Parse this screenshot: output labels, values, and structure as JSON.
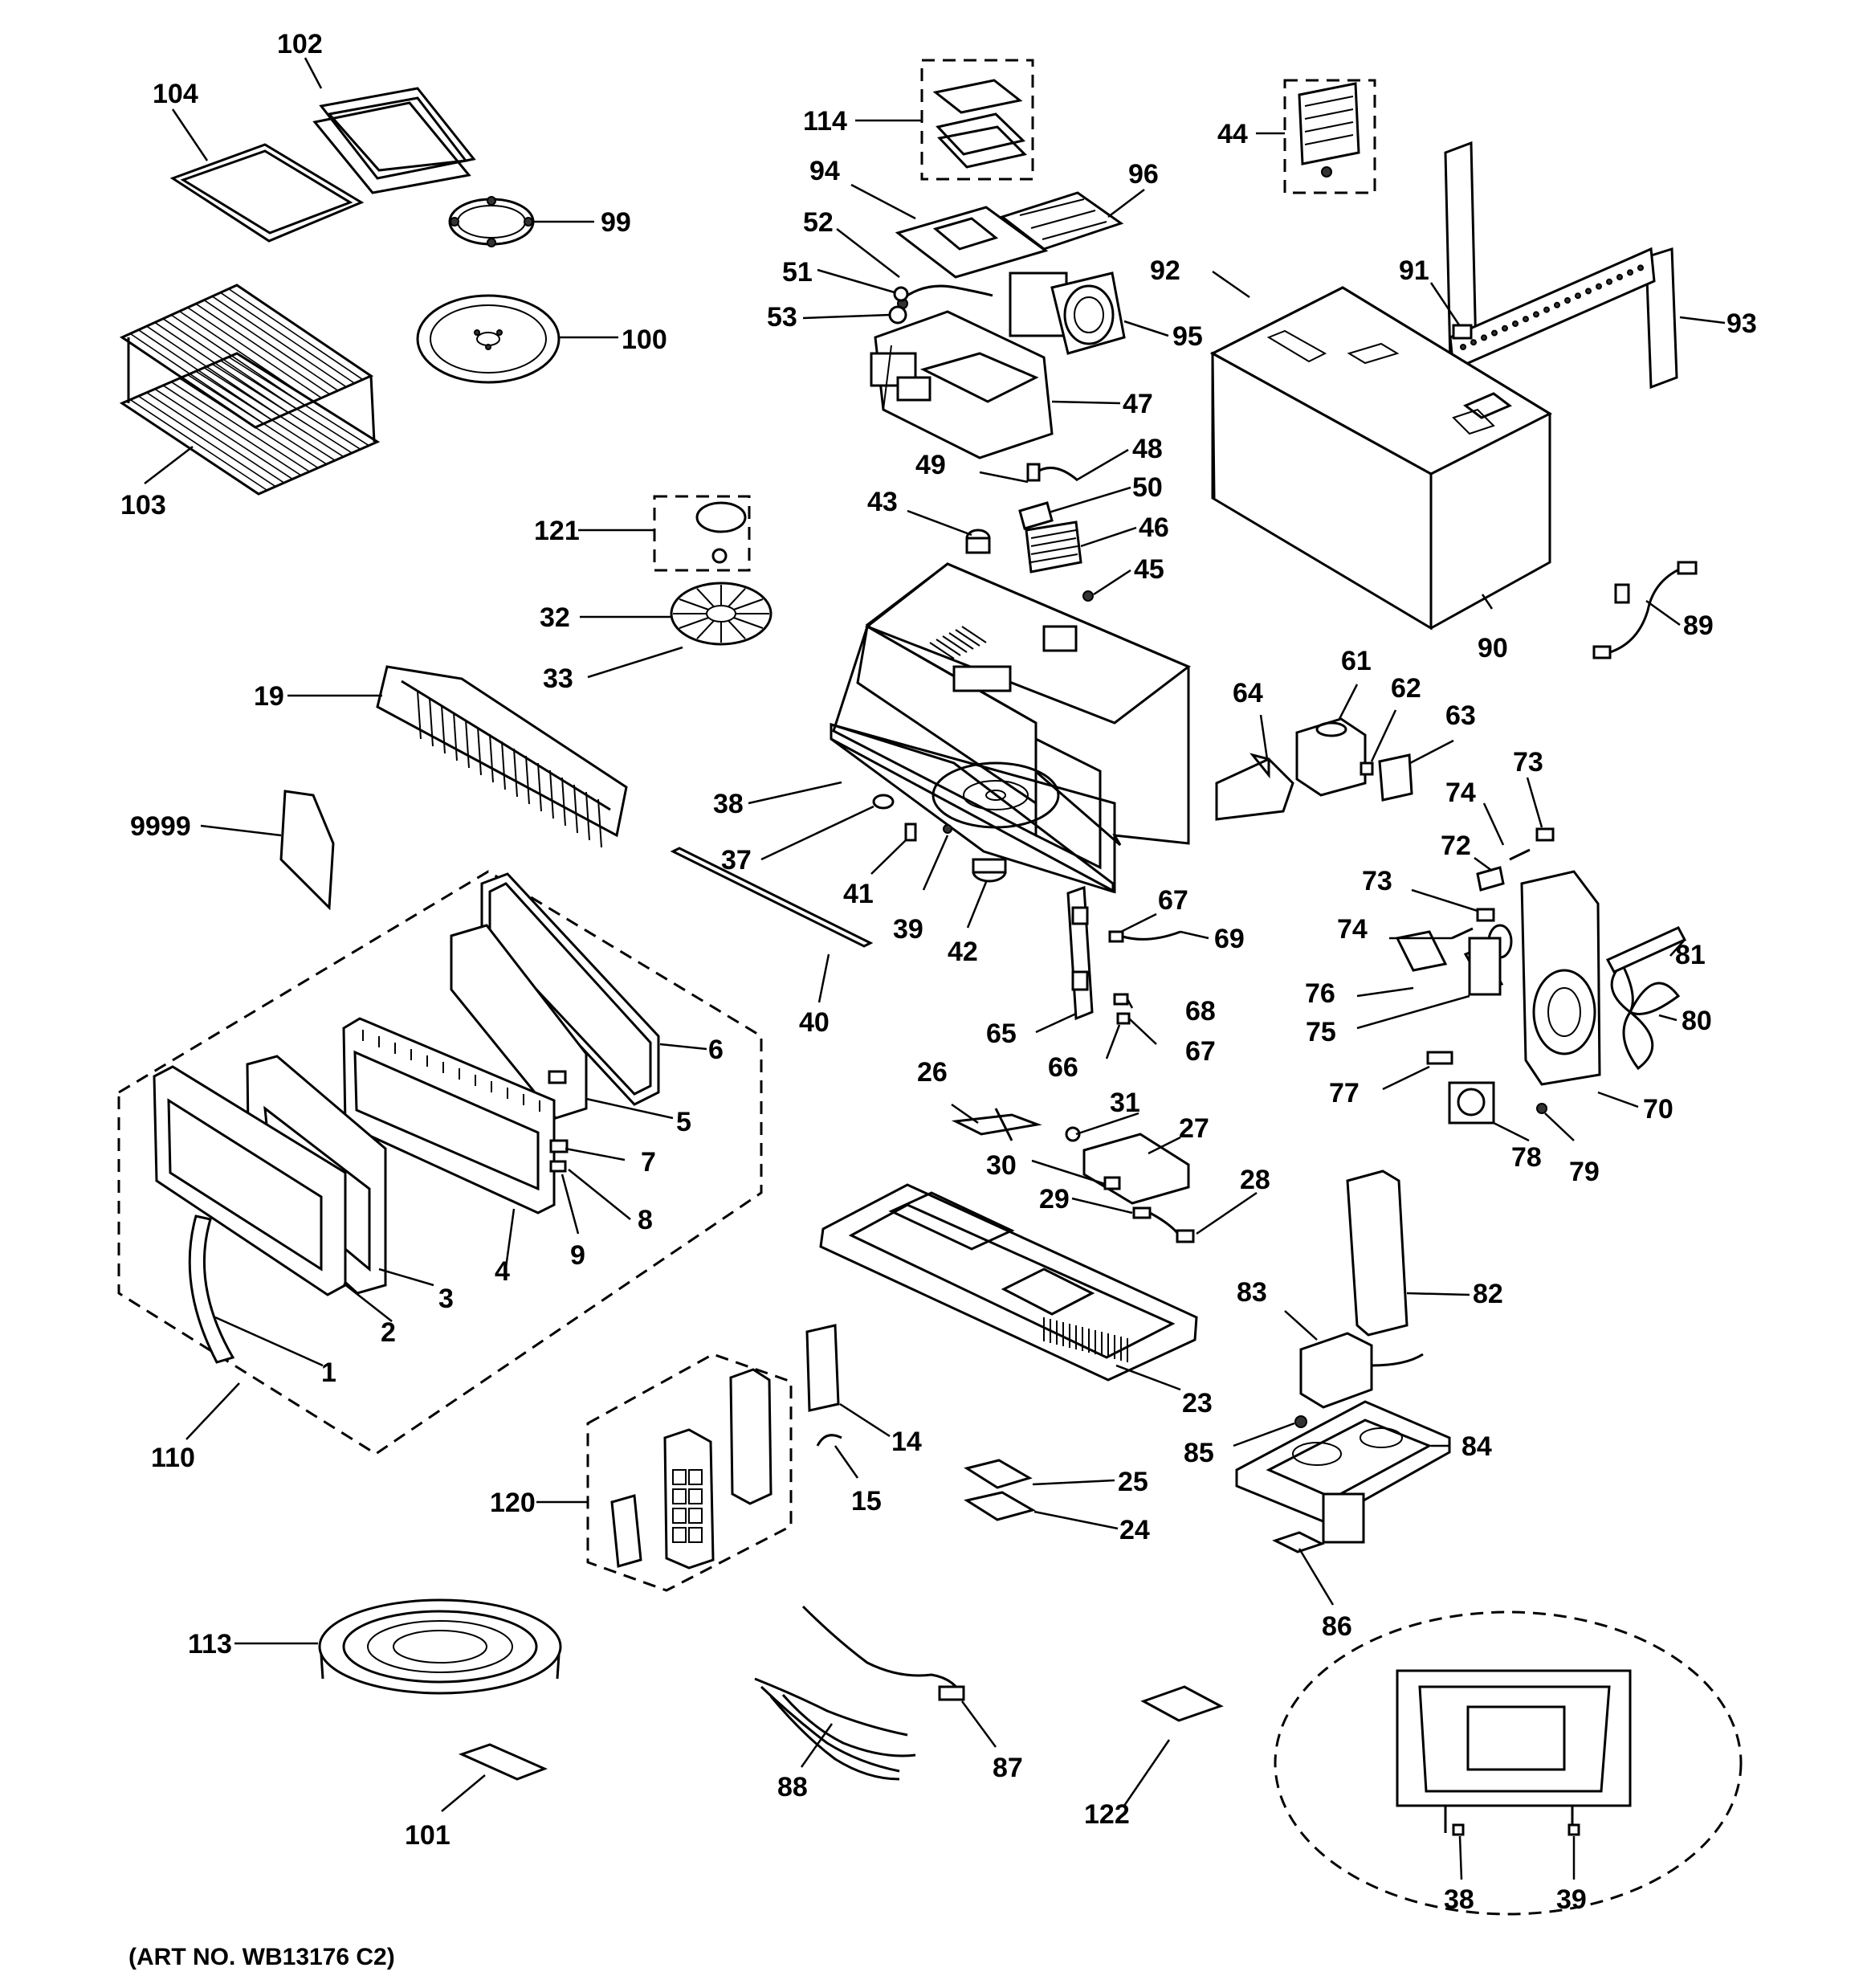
{
  "diagram": {
    "art_number": "(ART NO. WB13176 C2)",
    "part_labels": {
      "p1": "1",
      "p2": "2",
      "p3": "3",
      "p4": "4",
      "p5": "5",
      "p6": "6",
      "p7": "7",
      "p8": "8",
      "p9": "9",
      "p14": "14",
      "p15": "15",
      "p19": "19",
      "p23": "23",
      "p24": "24",
      "p25": "25",
      "p26": "26",
      "p27": "27",
      "p28": "28",
      "p29": "29",
      "p30": "30",
      "p31": "31",
      "p32": "32",
      "p33": "33",
      "p37": "37",
      "p38": "38",
      "p38b": "38",
      "p39": "39",
      "p39b": "39",
      "p40": "40",
      "p41": "41",
      "p42": "42",
      "p43": "43",
      "p44": "44",
      "p45": "45",
      "p46": "46",
      "p47": "47",
      "p48": "48",
      "p49": "49",
      "p50": "50",
      "p51": "51",
      "p52": "52",
      "p53": "53",
      "p61": "61",
      "p62": "62",
      "p63": "63",
      "p64": "64",
      "p65": "65",
      "p66": "66",
      "p67a": "67",
      "p67b": "67",
      "p68": "68",
      "p69": "69",
      "p70": "70",
      "p72": "72",
      "p73a": "73",
      "p73b": "73",
      "p74a": "74",
      "p74b": "74",
      "p75": "75",
      "p76": "76",
      "p77": "77",
      "p78": "78",
      "p79": "79",
      "p80": "80",
      "p81": "81",
      "p82": "82",
      "p83": "83",
      "p84": "84",
      "p85": "85",
      "p86": "86",
      "p87": "87",
      "p88": "88",
      "p89": "89",
      "p90": "90",
      "p91": "91",
      "p92": "92",
      "p93": "93",
      "p94": "94",
      "p95": "95",
      "p96": "96",
      "p99": "99",
      "p100": "100",
      "p101": "101",
      "p102": "102",
      "p103": "103",
      "p104": "104",
      "p110": "110",
      "p113": "113",
      "p114": "114",
      "p120": "120",
      "p121": "121",
      "p122": "122",
      "p9999": "9999"
    }
  }
}
